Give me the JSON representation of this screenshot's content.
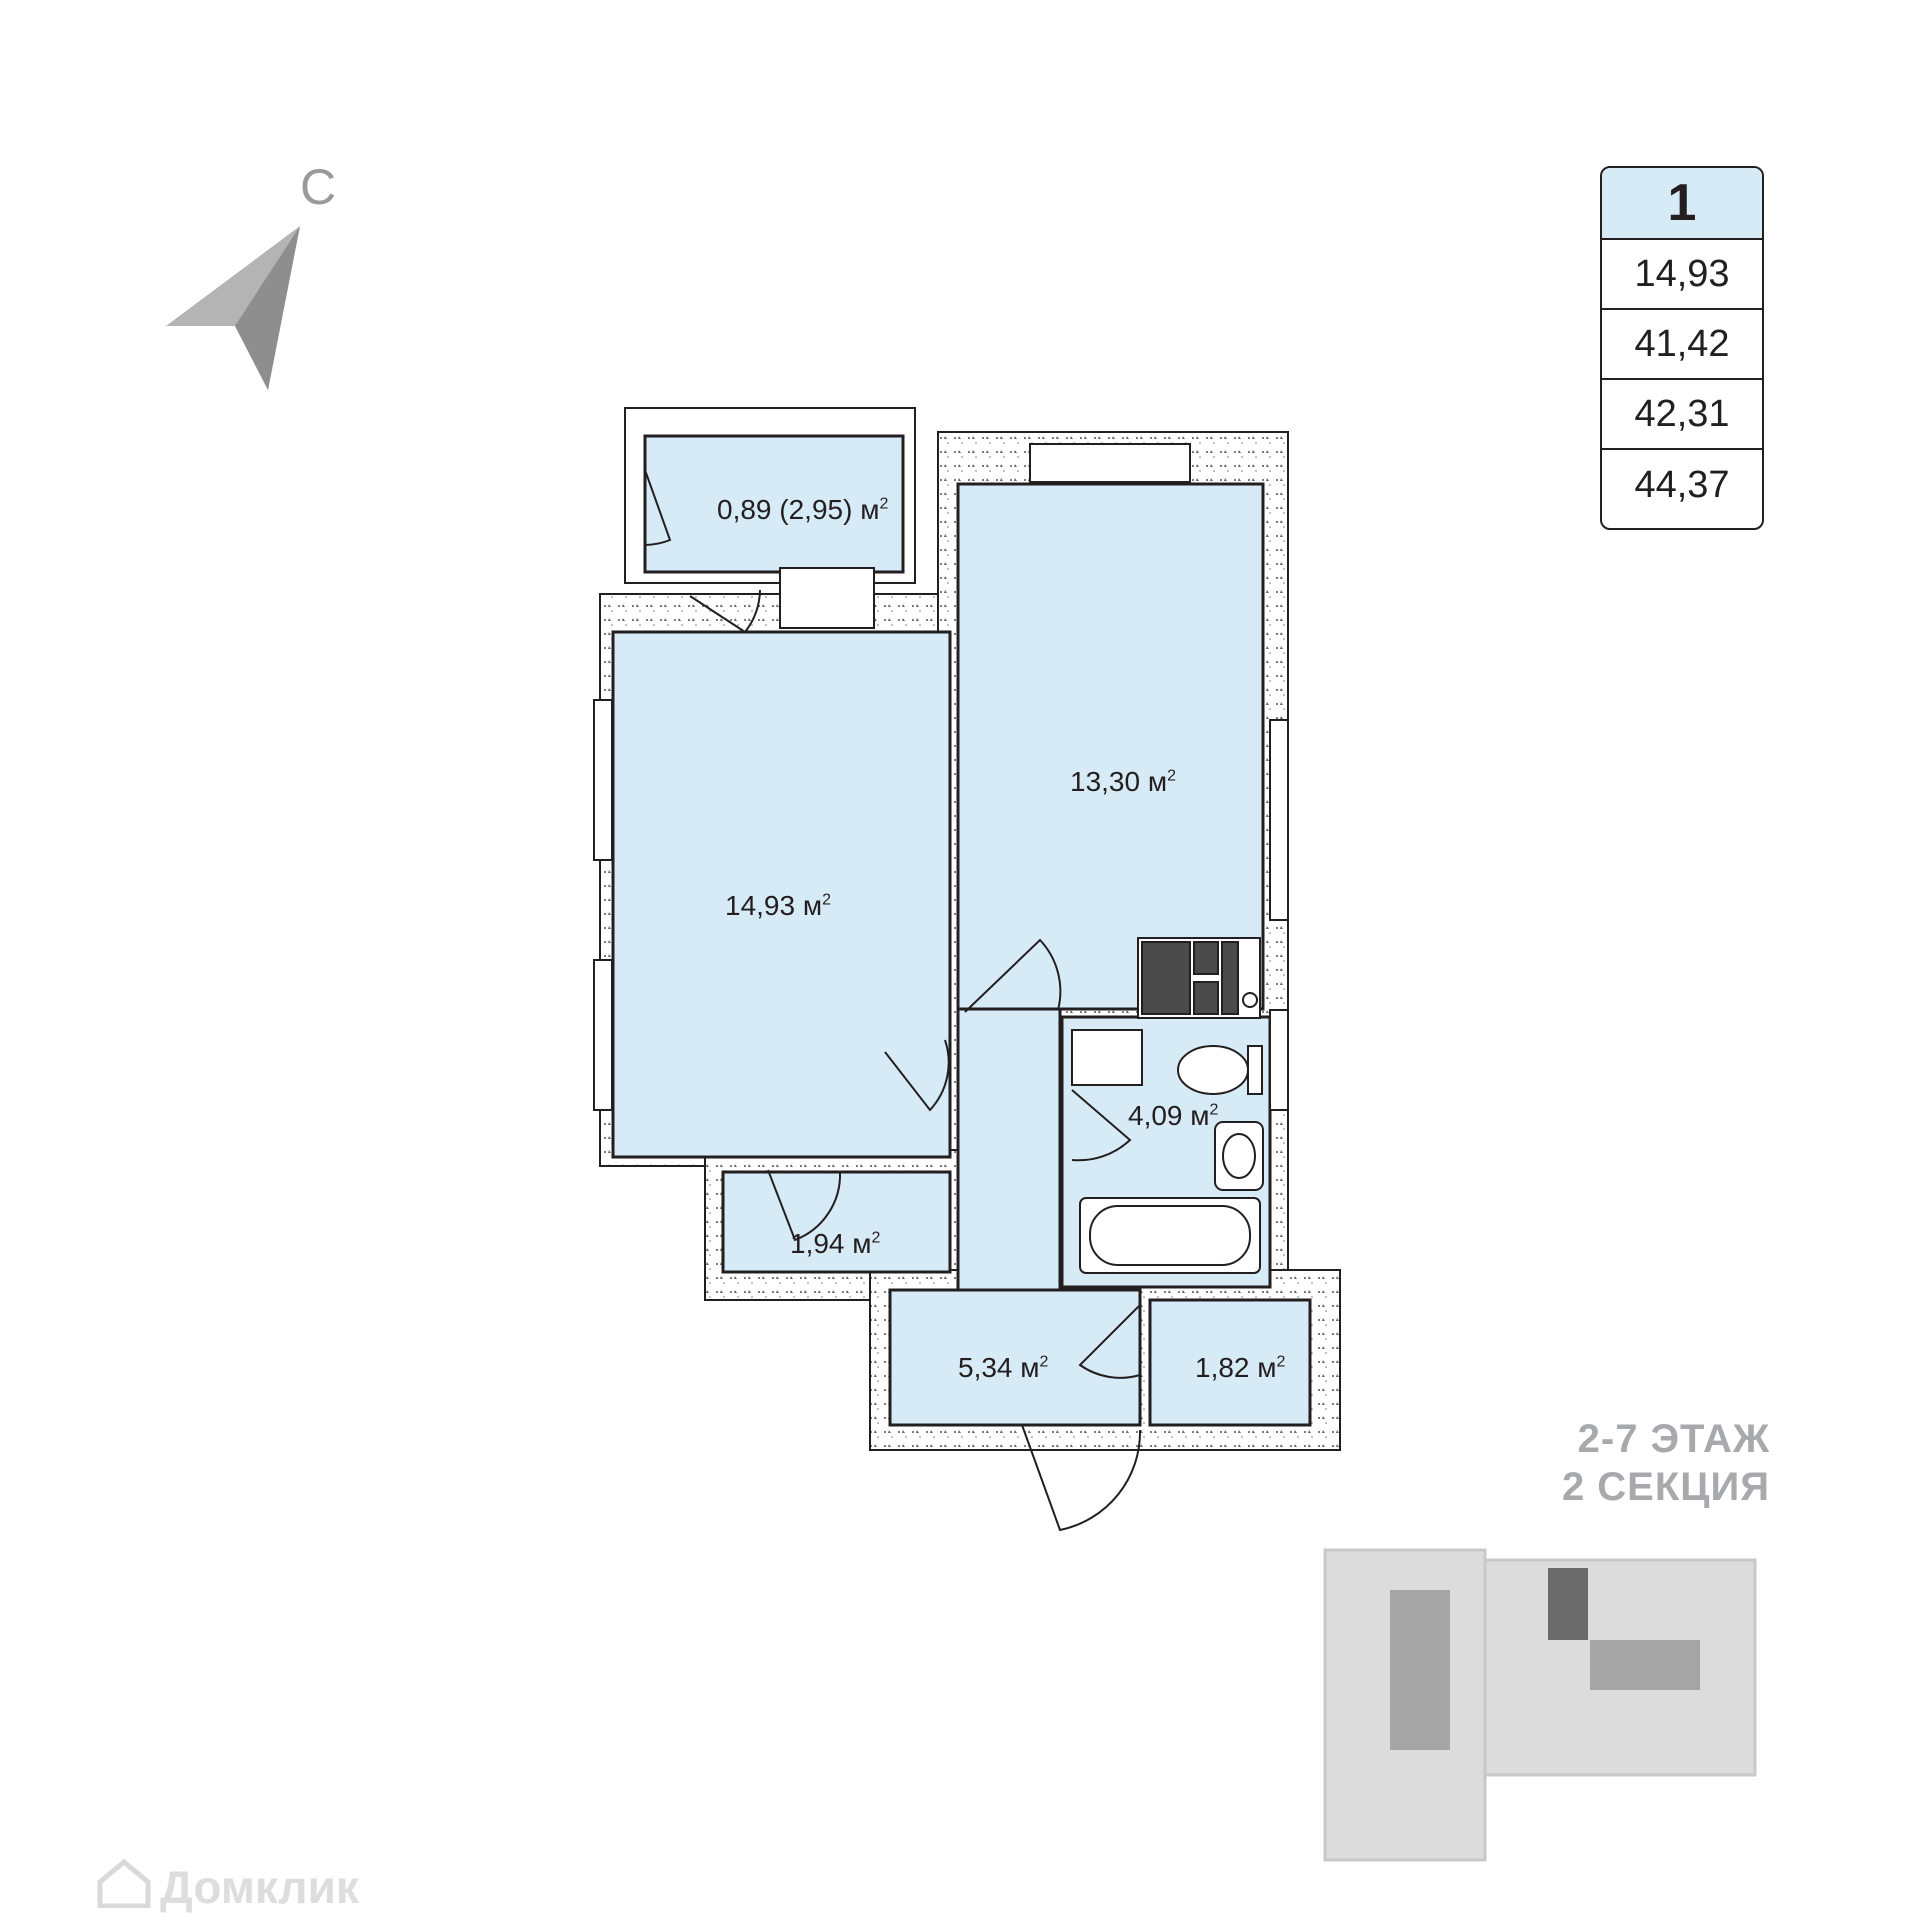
{
  "compass": {
    "letter": "С",
    "icon": "north-arrow-icon"
  },
  "info_table": {
    "rooms": "1",
    "rows": [
      "14,93",
      "41,42",
      "42,31",
      "44,37"
    ]
  },
  "floor_info": {
    "floors": "2-7 ЭТАЖ",
    "section": "2 СЕКЦИЯ"
  },
  "rooms": {
    "balcony_top": "0,89 (2,95) м",
    "room_right": "13,30 м",
    "room_left": "14,93 м",
    "bathroom": "4,09 м",
    "balcony_bottom": "1,94 м",
    "hall": "5,34 м",
    "storage": "1,82 м",
    "unit_superscript": "2"
  },
  "watermark": {
    "text": "Домклик",
    "icon": "house-logo-icon"
  },
  "colors": {
    "room_fill": "#d7ebf7",
    "wall": "#231f20",
    "compass": "#a8a8a8",
    "muted": "#a7a9ac"
  }
}
